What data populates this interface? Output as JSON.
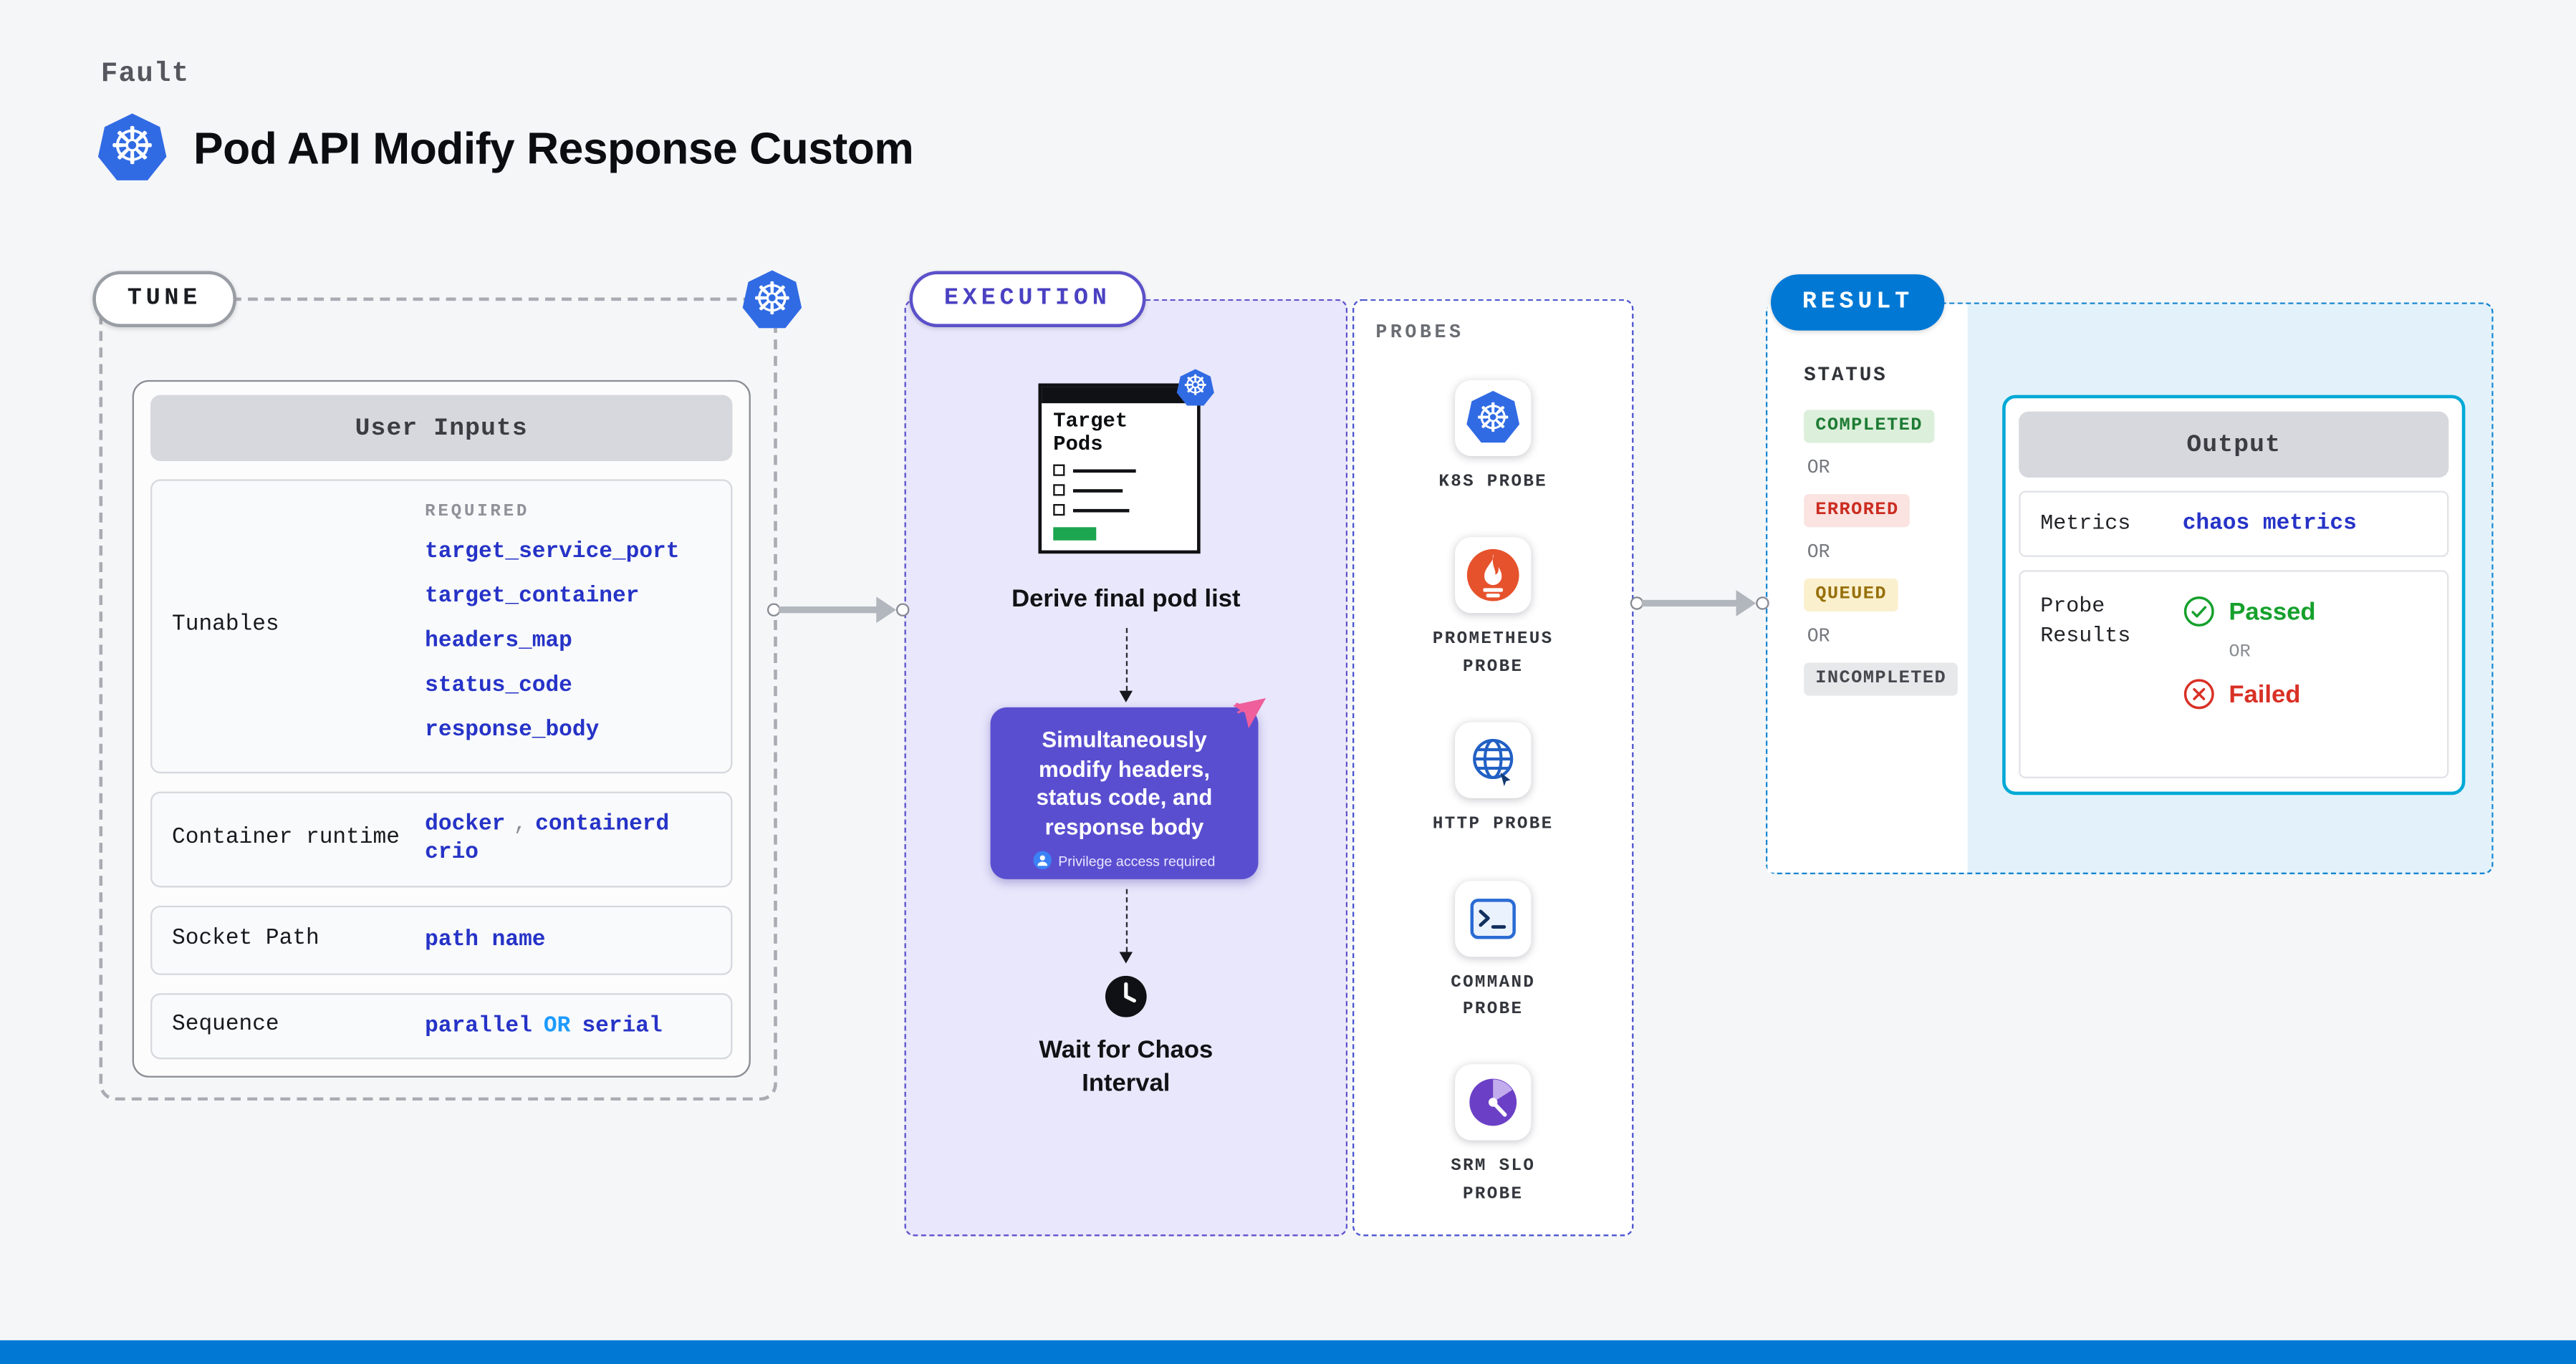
{
  "header": {
    "eyebrow": "Fault",
    "title": "Pod API Modify Response Custom"
  },
  "icons": {
    "kubernetes": "☸"
  },
  "tune": {
    "pill": "TUNE",
    "card_title": "User Inputs",
    "tunables_label": "Tunables",
    "required_label": "REQUIRED",
    "tunables": [
      "target_service_port",
      "target_container",
      "headers_map",
      "status_code",
      "response_body"
    ],
    "container_runtime_label": "Container runtime",
    "runtime_docker": "docker",
    "runtime_containerd": "containerd",
    "runtime_crio": "crio",
    "comma": ",",
    "socket_path_label": "Socket Path",
    "socket_path_value": "path name",
    "sequence_label": "Sequence",
    "sequence_first": "parallel",
    "sequence_or": "OR",
    "sequence_second": "serial"
  },
  "execution": {
    "pill": "EXECUTION",
    "target_pods_title": "Target Pods",
    "derive_label": "Derive final pod list",
    "action_text": "Simultaneously modify headers, status code, and response body",
    "privilege_badge": "Privilege access required",
    "wait_label": "Wait for Chaos Interval"
  },
  "probes": {
    "heading": "PROBES",
    "items": [
      {
        "label": "K8S PROBE",
        "icon": "kubernetes-icon"
      },
      {
        "label": "PROMETHEUS PROBE",
        "icon": "prometheus-flame-icon"
      },
      {
        "label": "HTTP PROBE",
        "icon": "globe-icon"
      },
      {
        "label": "COMMAND PROBE",
        "icon": "terminal-icon"
      },
      {
        "label": "SRM SLO PROBE",
        "icon": "gauge-pie-icon"
      }
    ]
  },
  "result": {
    "pill": "RESULT",
    "status_heading": "STATUS",
    "or": "OR",
    "statuses": [
      {
        "label": "COMPLETED",
        "type": "success"
      },
      {
        "label": "ERRORED",
        "type": "error"
      },
      {
        "label": "QUEUED",
        "type": "warning"
      },
      {
        "label": "INCOMPLETED",
        "type": "neutral"
      }
    ],
    "output_title": "Output",
    "metrics_label": "Metrics",
    "metrics_value": "chaos metrics",
    "probe_results_label": "Probe Results",
    "passed_label": "Passed",
    "failed_label": "Failed"
  },
  "colors": {
    "accent_blue": "#0278d5",
    "code_blue": "#2633c7",
    "or_blue": "#1e9bff",
    "execution_purple": "#5a4ed0",
    "kubernetes_blue": "#316be4",
    "success_green": "#16a02c",
    "error_red": "#d93025",
    "queued_yellow": "#97700b",
    "result_border_cyan": "#00a9d6"
  }
}
